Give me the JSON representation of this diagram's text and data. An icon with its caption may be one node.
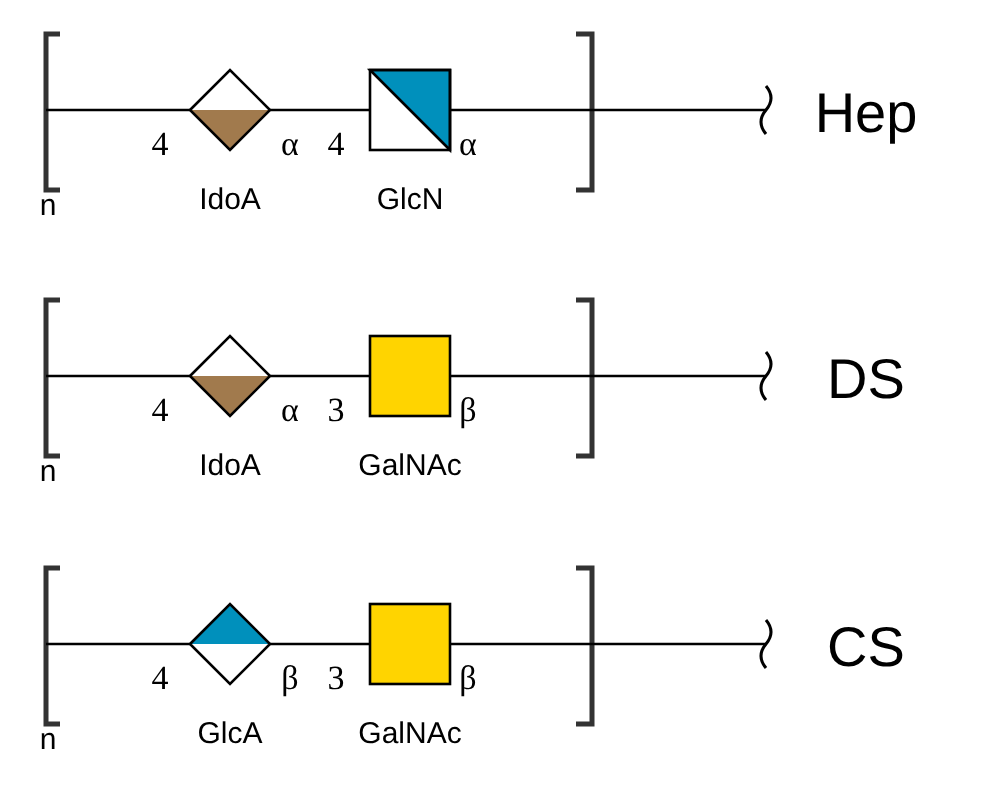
{
  "diagram": {
    "nodes": [
      {
        "text": [],
        "shape": "diamond",
        "beside": [
          "IdoA"
        ]
      },
      {
        "text": [],
        "shape": "box",
        "beside": [
          "GlcN"
        ]
      },
      {
        "text": [],
        "shape": "diamond",
        "beside": [
          "IdoA"
        ]
      },
      {
        "text": [],
        "shape": "box",
        "beside": [
          "GalNAc"
        ]
      },
      {
        "text": [],
        "shape": "diamond",
        "beside": [
          "GlcA"
        ]
      },
      {
        "text": [],
        "shape": "box",
        "beside": [
          "GalNAc"
        ]
      }
    ],
    "edges": [
      {
        "from": null,
        "to": 0,
        "arrow": "none"
      },
      {
        "from": 0,
        "to": 1,
        "arrow": "none"
      },
      {
        "from": 1,
        "to": null,
        "arrow": "none"
      },
      {
        "from": null,
        "to": 2,
        "arrow": "none"
      },
      {
        "from": 2,
        "to": 3,
        "arrow": "none"
      },
      {
        "from": 3,
        "to": null,
        "arrow": "none"
      },
      {
        "from": null,
        "to": 4,
        "arrow": "none"
      },
      {
        "from": 4,
        "to": 5,
        "arrow": "none"
      },
      {
        "from": 5,
        "to": null,
        "arrow": "none"
      }
    ],
    "labels": [
      "4",
      "α",
      "4",
      "α",
      "Hep",
      "n",
      "4",
      "α",
      "3",
      "β",
      "DS",
      "n",
      "4",
      "β",
      "3",
      "β",
      "CS",
      "n"
    ]
  }
}
